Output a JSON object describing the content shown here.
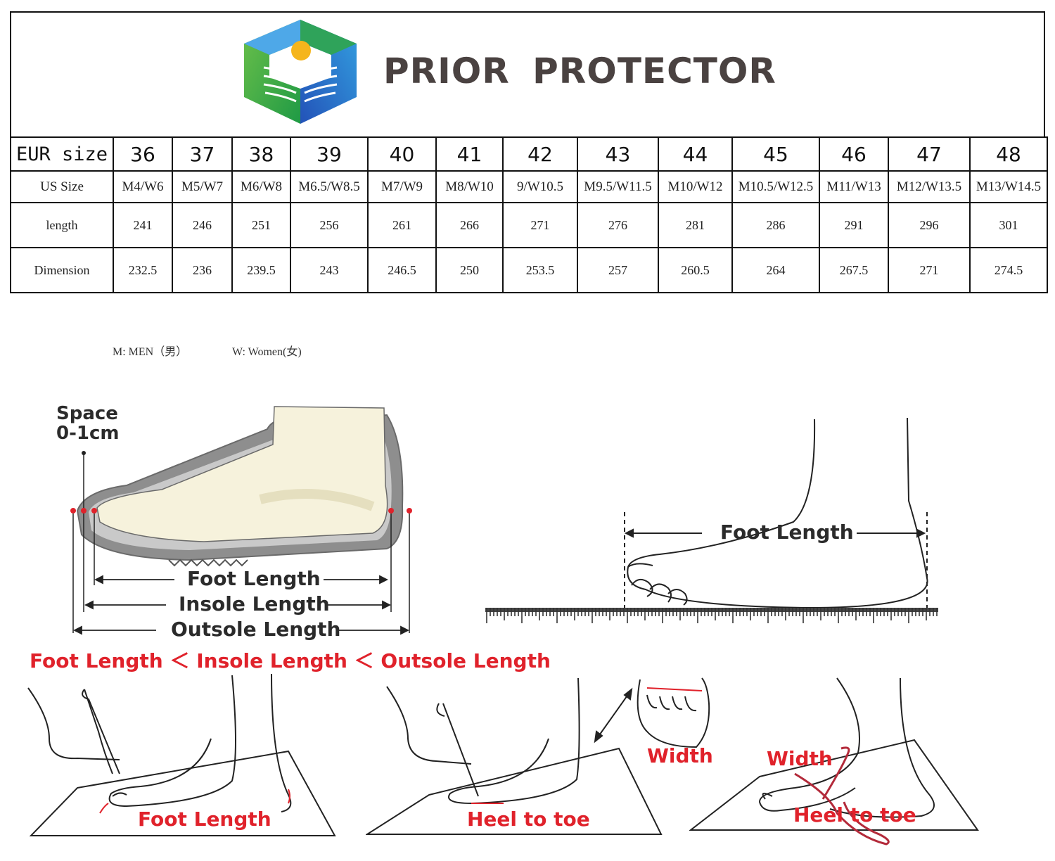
{
  "brand": {
    "name": "PRIOR PROTECTOR",
    "colors": {
      "green": "#2fa34a",
      "blue": "#2a6fcb",
      "yellow": "#f5b51c",
      "text": "#4a4241"
    }
  },
  "size_table": {
    "headers": {
      "eur": "EUR size",
      "us": "US Size",
      "length": "length",
      "dimension": "Dimension"
    },
    "columns": [
      {
        "eur": "36",
        "us": "M4/W6",
        "length": "241",
        "dimension": "232.5"
      },
      {
        "eur": "37",
        "us": "M5/W7",
        "length": "246",
        "dimension": "236"
      },
      {
        "eur": "38",
        "us": "M6/W8",
        "length": "251",
        "dimension": "239.5"
      },
      {
        "eur": "39",
        "us": "M6.5/W8.5",
        "length": "256",
        "dimension": "243"
      },
      {
        "eur": "40",
        "us": "M7/W9",
        "length": "261",
        "dimension": "246.5"
      },
      {
        "eur": "41",
        "us": "M8/W10",
        "length": "266",
        "dimension": "250"
      },
      {
        "eur": "42",
        "us": "9/W10.5",
        "length": "271",
        "dimension": "253.5"
      },
      {
        "eur": "43",
        "us": "M9.5/W11.5",
        "length": "276",
        "dimension": "257"
      },
      {
        "eur": "44",
        "us": "M10/W12",
        "length": "281",
        "dimension": "260.5"
      },
      {
        "eur": "45",
        "us": "M10.5/W12.5",
        "length": "286",
        "dimension": "264"
      },
      {
        "eur": "46",
        "us": "M11/W13",
        "length": "291",
        "dimension": "267.5"
      },
      {
        "eur": "47",
        "us": "M12/W13.5",
        "length": "296",
        "dimension": "271"
      },
      {
        "eur": "48",
        "us": "M13/W14.5",
        "length": "301",
        "dimension": "274.5"
      }
    ]
  },
  "legend_note": {
    "men": "M: MEN（男）",
    "women": "W: Women(女)"
  },
  "shoe_diagram": {
    "space_line1": "Space",
    "space_line2": "0-1cm",
    "foot_length": "Foot Length",
    "insole_length": "Insole Length",
    "outsole_length": "Outsole Length",
    "comparison": "Foot Length ＜ Insole Length ＜ Outsole Length"
  },
  "ruler_diagram": {
    "label": "Foot Length"
  },
  "measure_steps": {
    "step1": "Foot Length",
    "step2_width": "Width",
    "step2_heel": "Heel to toe",
    "step3_width": "Width",
    "step3_heel": "Heel to toe"
  }
}
